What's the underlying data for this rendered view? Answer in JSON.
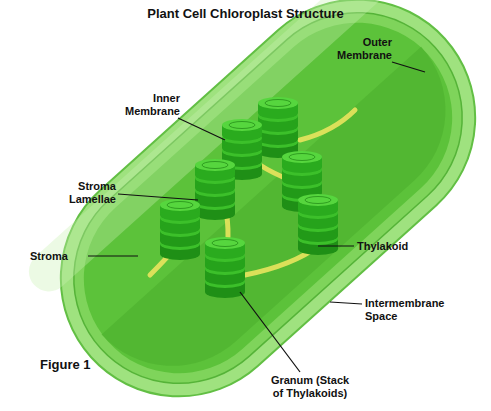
{
  "diagram": {
    "title": "Plant Cell Chloroplast Structure",
    "caption": "Figure 1",
    "labels": [
      "Outer Membrane",
      "Inner Membrane",
      "Stroma Lamellae",
      "Stroma",
      "Thylakoid",
      "Intermembrane Space",
      "Granum (Stack of Thylakoids)"
    ]
  }
}
